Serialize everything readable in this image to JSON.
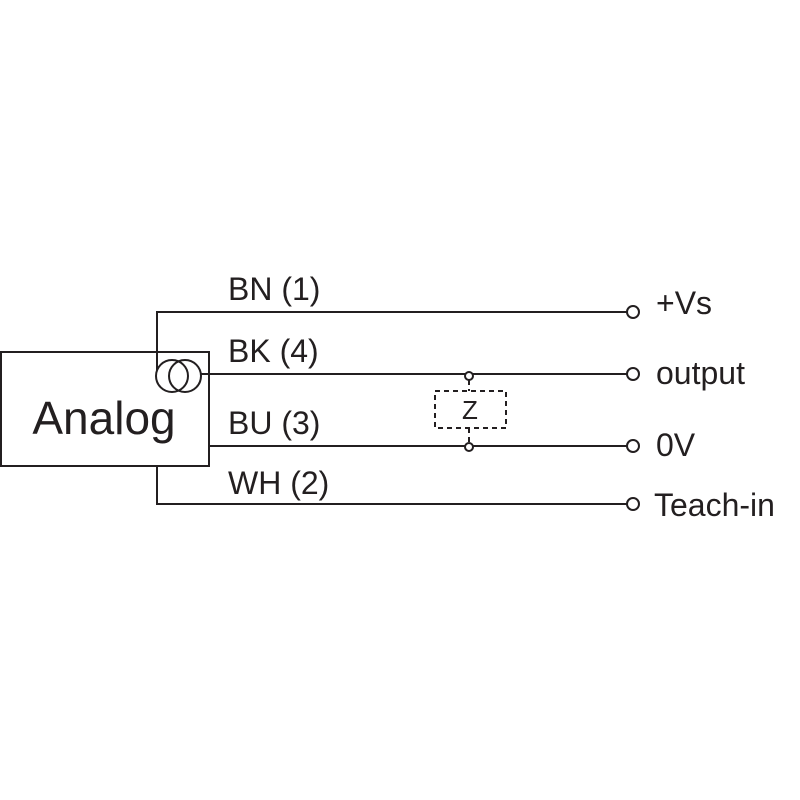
{
  "diagram": {
    "type": "wiring-diagram",
    "block": {
      "label": "Analog",
      "symbol": "current-source-icon"
    },
    "wires": [
      {
        "color_code": "BN (1)",
        "terminal": "+Vs"
      },
      {
        "color_code": "BK (4)",
        "terminal": "output"
      },
      {
        "color_code": "BU (3)",
        "terminal": "0V"
      },
      {
        "color_code": "WH (2)",
        "terminal": "Teach-in"
      }
    ],
    "load": {
      "label": "Z",
      "between": [
        "output",
        "0V"
      ]
    },
    "colors": {
      "line": "#231f20",
      "background": "#ffffff"
    }
  }
}
